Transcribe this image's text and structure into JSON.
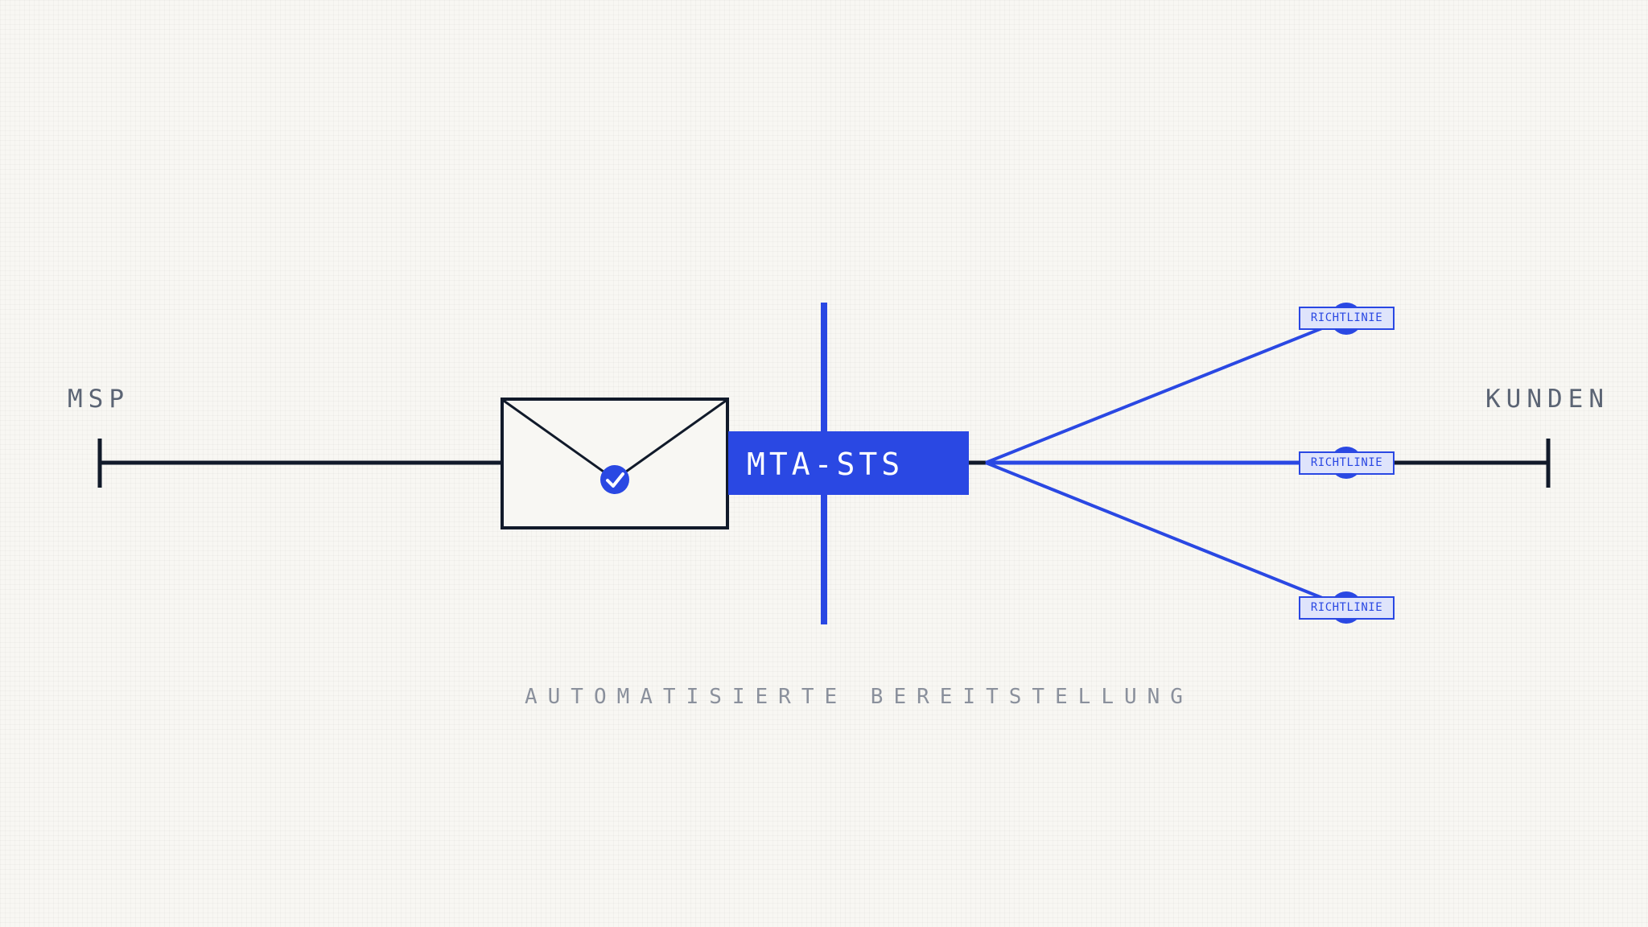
{
  "labels": {
    "left_end": "MSP",
    "right_end": "KUNDEN",
    "center_box": "MTA-STS",
    "caption": "AUTOMATISIERTE BEREITSTELLUNG"
  },
  "policies": [
    {
      "label": "RICHTLINIE"
    },
    {
      "label": "RICHTLINIE"
    },
    {
      "label": "RICHTLINIE"
    }
  ],
  "icons": {
    "envelope": "envelope-icon",
    "check": "check-badge-icon"
  },
  "colors": {
    "background": "#f8f7f3",
    "ink": "#111a2a",
    "accent": "#2a48e3",
    "policy_fill": "#dfe4fb",
    "end_label": "#5b6474",
    "caption": "#8a909c"
  }
}
